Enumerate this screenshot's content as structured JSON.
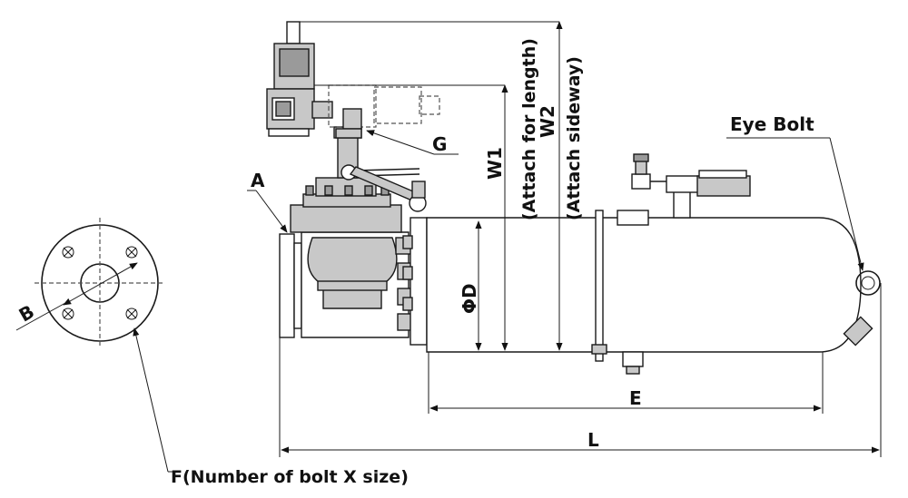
{
  "labels": {
    "a": "A",
    "b": "B",
    "d": "ΦD",
    "e": "E",
    "f": "F(Number of bolt X size)",
    "g": "G",
    "l": "L",
    "w1": "W1",
    "w1_note": "(Attach for length)",
    "w2": "W2",
    "w2_note": "(Attach sideway)",
    "eye_bolt": "Eye Bolt"
  }
}
